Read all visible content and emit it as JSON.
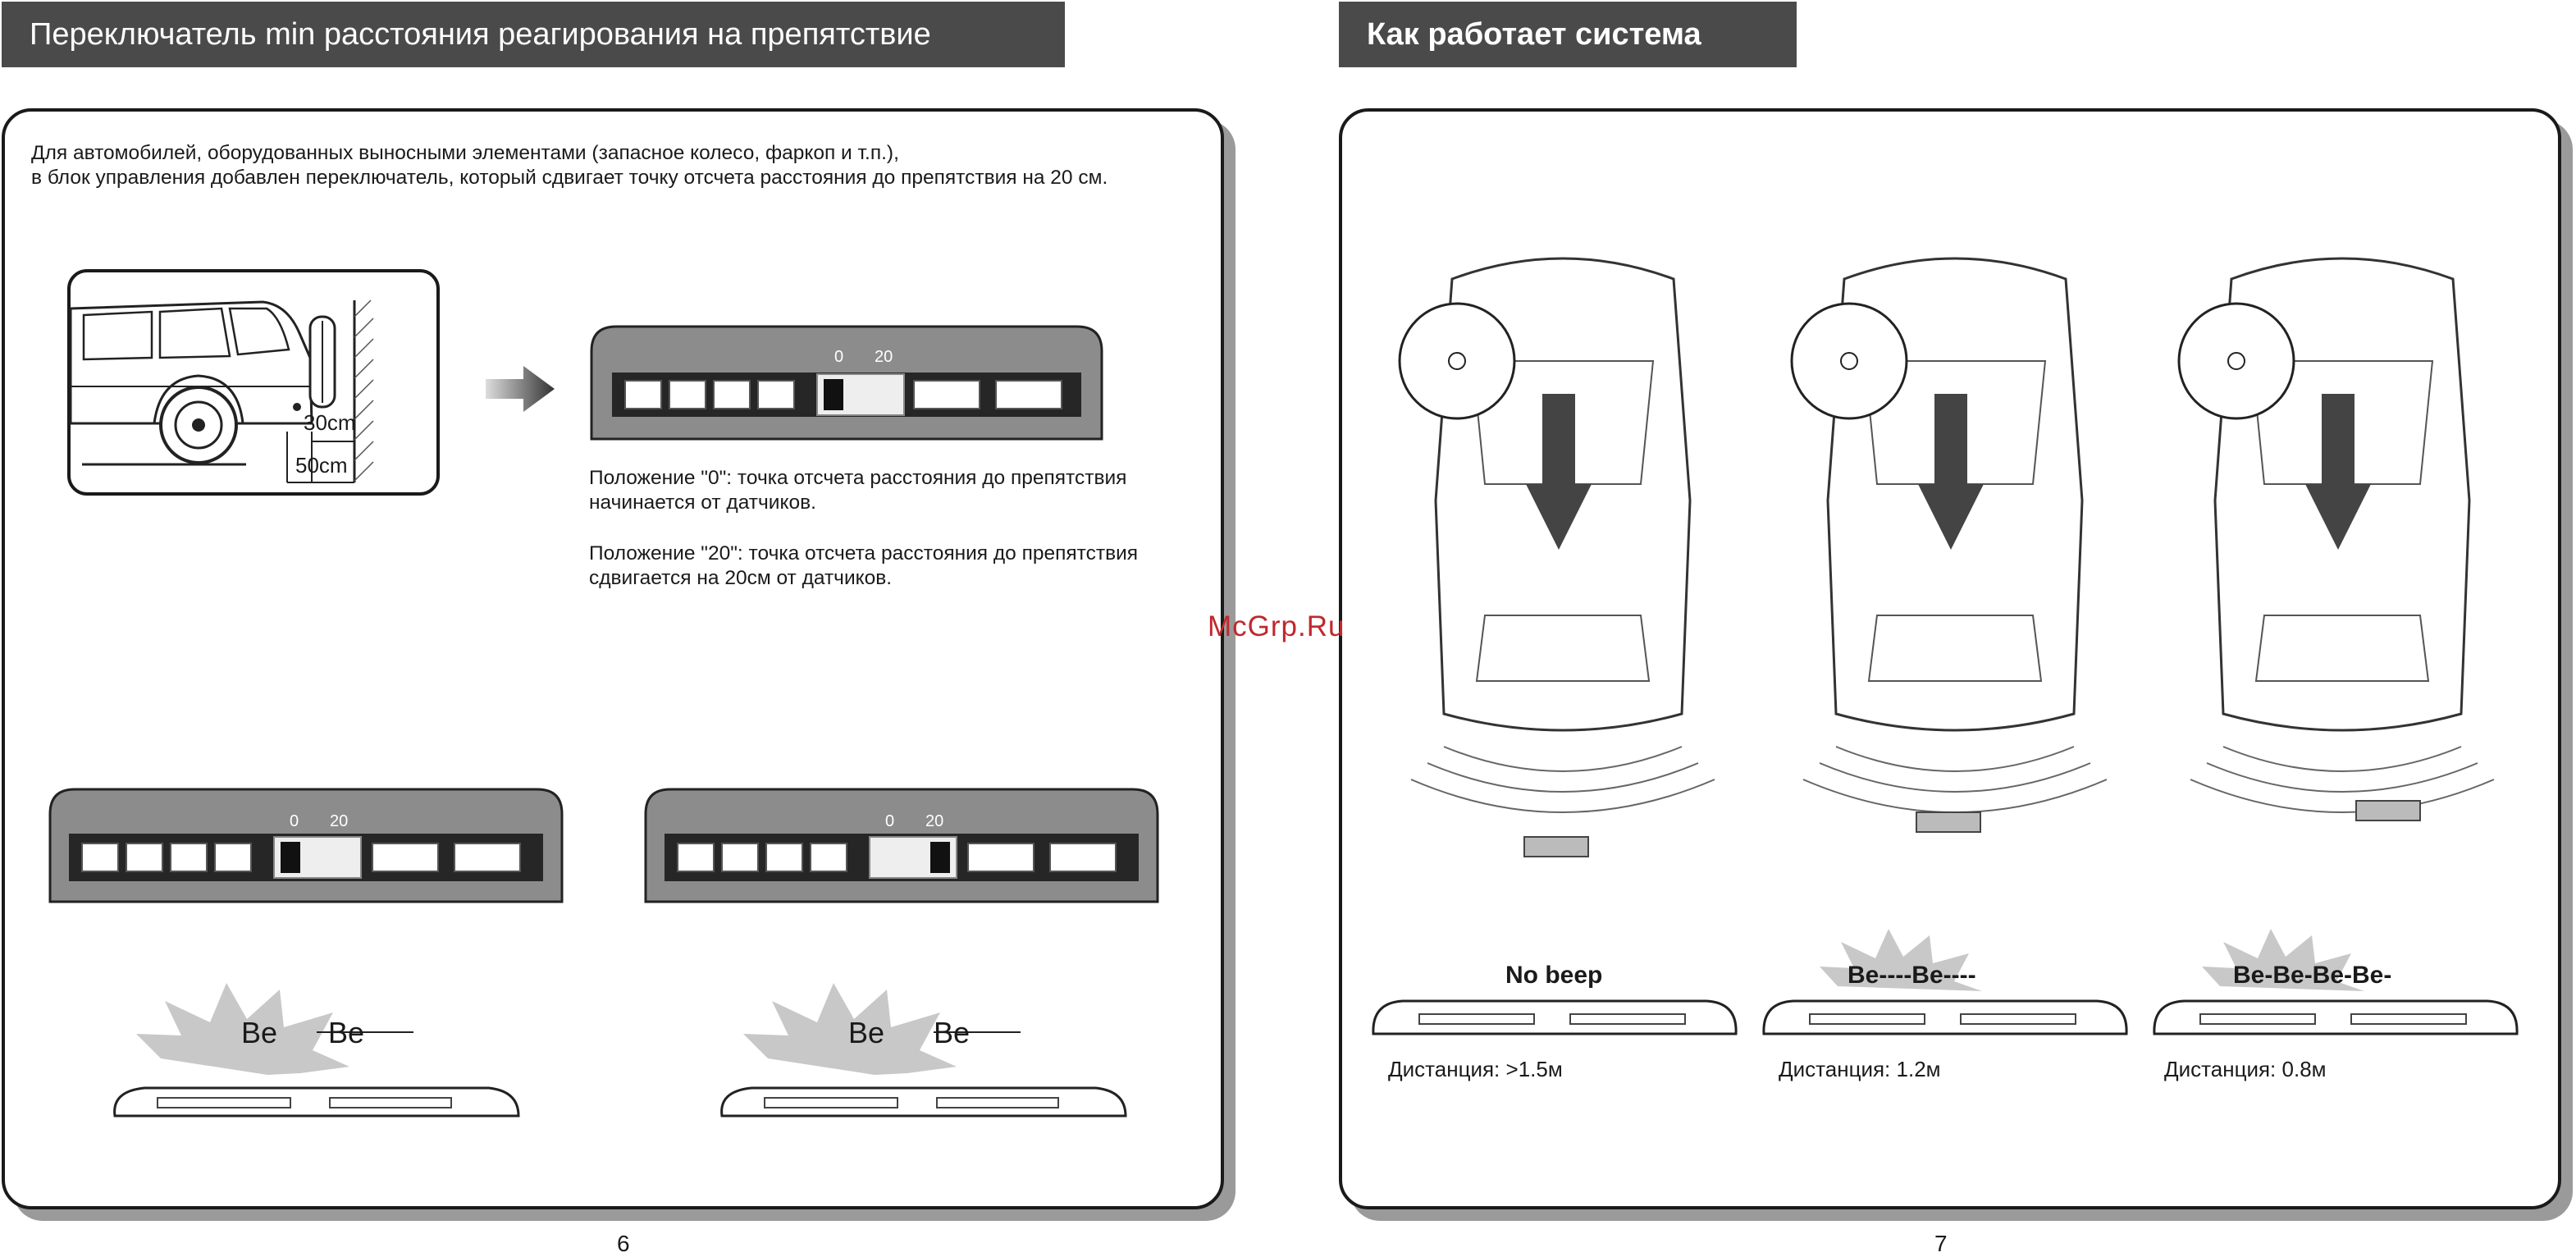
{
  "left_page": {
    "title": "Переключатель min расстояния реагирования на препятствие",
    "intro": [
      "Для автомобилей, оборудованных выносными элементами (запасное колесо, фаркоп и т.п.),",
      "в блок управления добавлен переключатель, который сдвигает точку отсчета расстояния до препятствия на 20 см."
    ],
    "car_diagram": {
      "label_30": "30cm",
      "label_50": "50cm"
    },
    "switch_labels": {
      "zero": "0",
      "twenty": "20"
    },
    "position_0": [
      "Положение \"0\": точка отсчета расстояния до препятствия",
      "начинается от датчиков."
    ],
    "position_20": [
      "Положение \"20\": точка отсчета расстояния до препятствия",
      "сдвигается на 20см от датчиков."
    ],
    "beep_examples": [
      "Be",
      "Be"
    ],
    "page_number": "6"
  },
  "right_page": {
    "title": "Как работает система",
    "scenarios": [
      {
        "beep": "No beep",
        "distance": "Дистанция: >1.5м"
      },
      {
        "beep": "Be----Be----",
        "distance": "Дистанция: 1.2м"
      },
      {
        "beep": "Be-Be-Be-Be-",
        "distance": "Дистанция: 0.8м"
      }
    ],
    "page_number": "7"
  },
  "watermark": "McGrp.Ru",
  "colors": {
    "title_bg": "#4a4a4a",
    "panel_shadow": "#9a9a9a",
    "module_gray": "#8c8c8c",
    "watermark": "#c0282d"
  }
}
